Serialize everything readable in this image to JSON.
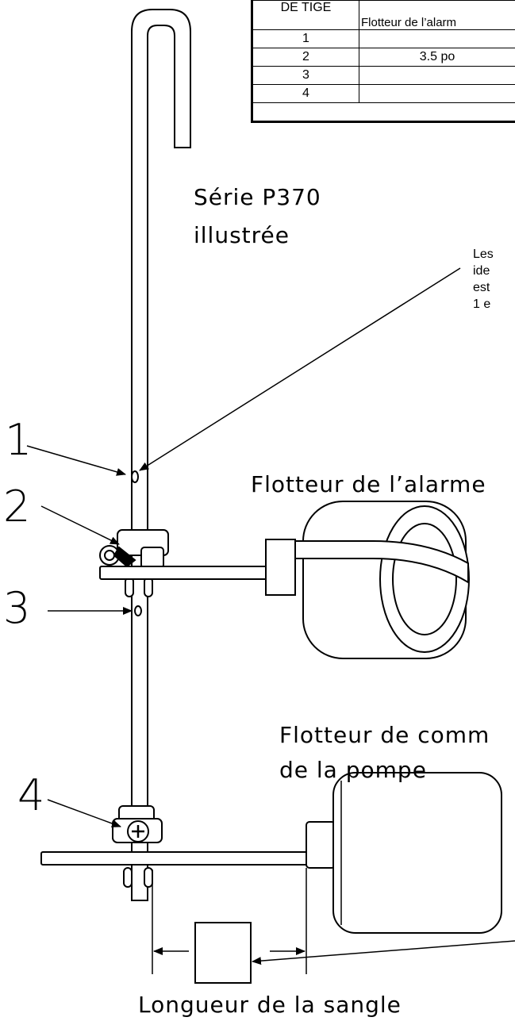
{
  "table": {
    "header_col1": "DE TIGE",
    "header_col2": "Flotteur de l’alarm",
    "rows": [
      {
        "num": "1",
        "value": ""
      },
      {
        "num": "2",
        "value": "3.5 po"
      },
      {
        "num": "3",
        "value": ""
      },
      {
        "num": "4",
        "value": ""
      }
    ]
  },
  "labels": {
    "series_line1": "Série P370",
    "series_line2": "illustrée",
    "note_lines": [
      "Les",
      "ide",
      "est",
      "1 e"
    ],
    "alarm_float": "Flotteur de l’alarme",
    "pump_float_line1": "Flotteur de comm",
    "pump_float_line2": "de la pompe",
    "strap_length": "Longueur de la sangle",
    "callouts": [
      "1",
      "2",
      "3",
      "4"
    ]
  }
}
